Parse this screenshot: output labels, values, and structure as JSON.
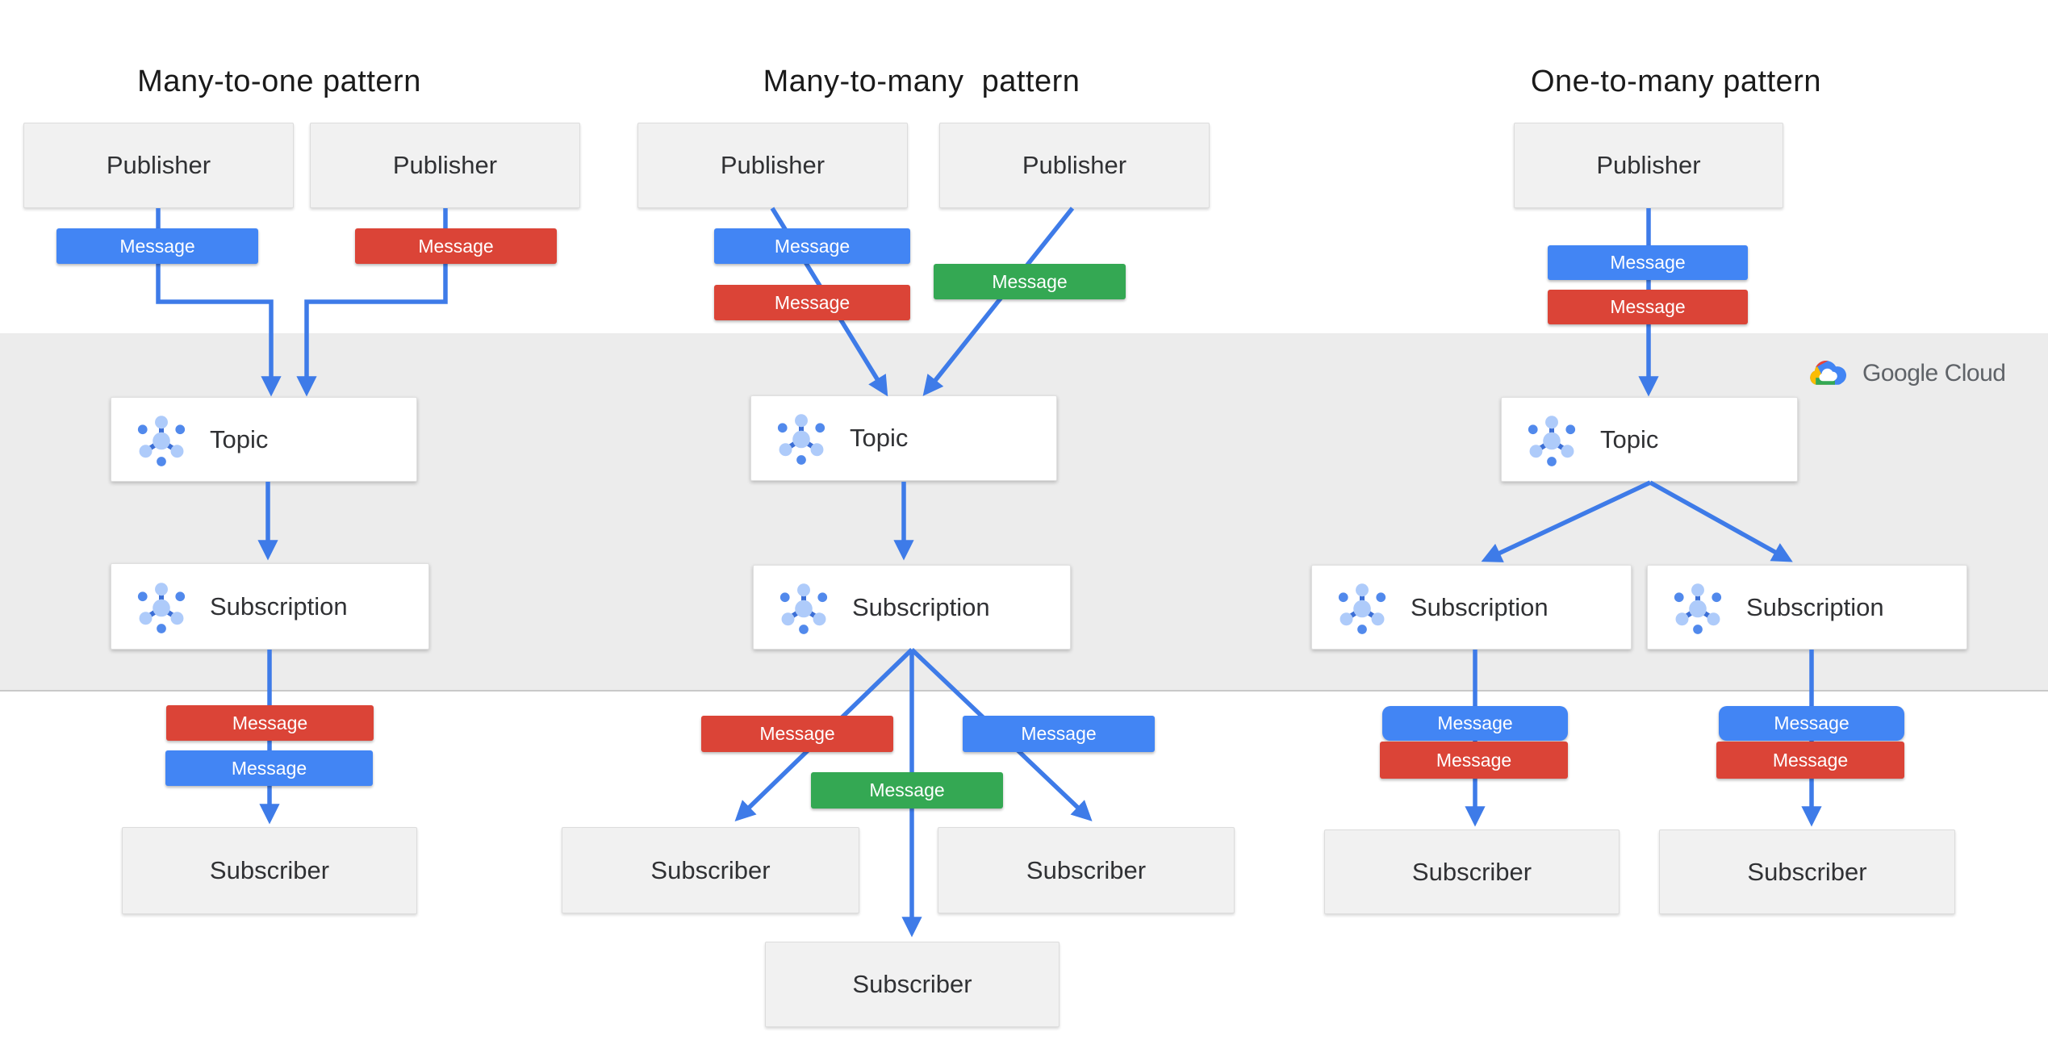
{
  "brand": {
    "name": "Google Cloud"
  },
  "colors": {
    "arrow": "#3E7BE8",
    "message-blue": "#4285F4",
    "message-red": "#DB4437",
    "message-green": "#34A853",
    "band": "#ECECEC",
    "node-fill": "#F1F1F1",
    "node-border": "#DCDCDC",
    "card-fill": "#FFFFFF",
    "card-border": "#E0E0E0",
    "icon-light": "#AECBFA",
    "icon-dark": "#5189EC",
    "icon-stub": "#3C6FD6",
    "title-color": "#1A1A1A",
    "label-color": "#303134",
    "brand-gray": "#5F6368",
    "g-blue": "#4285F4",
    "g-red": "#EA4335",
    "g-yellow": "#FBBC05",
    "g-green": "#34A853"
  },
  "patterns": [
    {
      "title": "Many-to-one pattern",
      "publishers": [
        "Publisher",
        "Publisher"
      ],
      "topics": [
        "Topic"
      ],
      "subscriptions": [
        "Subscription"
      ],
      "subscribers": [
        "Subscriber"
      ],
      "messages": [
        {
          "text": "Message",
          "color": "#4285F4"
        },
        {
          "text": "Message",
          "color": "#DB4437"
        },
        {
          "text": "Message",
          "color": "#DB4437"
        },
        {
          "text": "Message",
          "color": "#4285F4"
        }
      ]
    },
    {
      "title": "Many-to-many  pattern",
      "publishers": [
        "Publisher",
        "Publisher"
      ],
      "topics": [
        "Topic"
      ],
      "subscriptions": [
        "Subscription"
      ],
      "subscribers": [
        "Subscriber",
        "Subscriber",
        "Subscriber"
      ],
      "messages": [
        {
          "text": "Message",
          "color": "#4285F4"
        },
        {
          "text": "Message",
          "color": "#DB4437"
        },
        {
          "text": "Message",
          "color": "#34A853"
        },
        {
          "text": "Message",
          "color": "#DB4437"
        },
        {
          "text": "Message",
          "color": "#4285F4"
        },
        {
          "text": "Message",
          "color": "#34A853"
        }
      ]
    },
    {
      "title": "One-to-many pattern",
      "publishers": [
        "Publisher"
      ],
      "topics": [
        "Topic"
      ],
      "subscriptions": [
        "Subscription",
        "Subscription"
      ],
      "subscribers": [
        "Subscriber",
        "Subscriber"
      ],
      "messages": [
        {
          "text": "Message",
          "color": "#4285F4"
        },
        {
          "text": "Message",
          "color": "#DB4437"
        },
        {
          "text": "Message",
          "color": "#4285F4"
        },
        {
          "text": "Message",
          "color": "#DB4437"
        },
        {
          "text": "Message",
          "color": "#4285F4"
        },
        {
          "text": "Message",
          "color": "#DB4437"
        }
      ]
    }
  ]
}
